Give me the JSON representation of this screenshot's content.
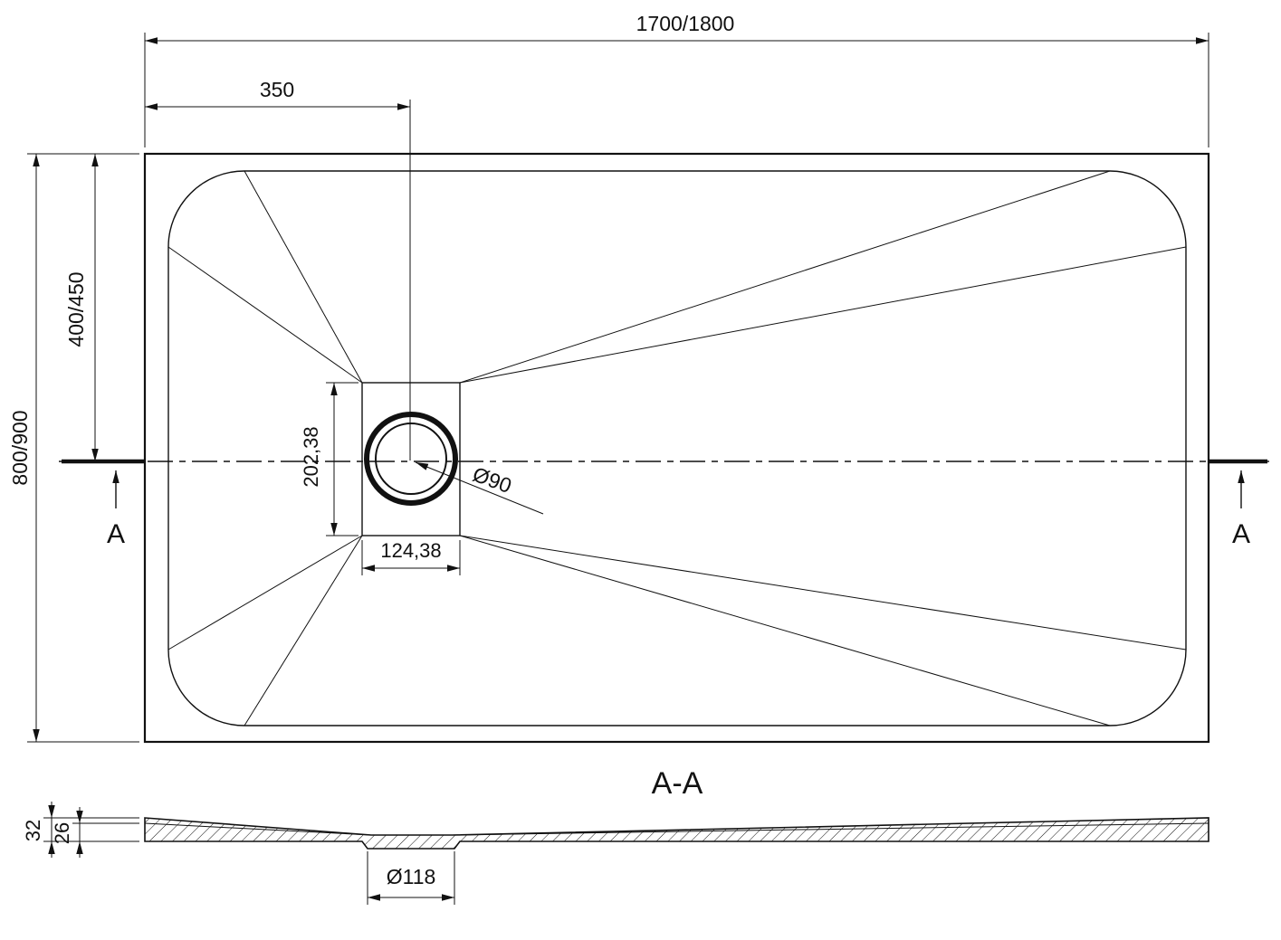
{
  "colors": {
    "line": "#111111",
    "background": "#ffffff"
  },
  "top_view": {
    "dims": {
      "overall_width": "1700/1800",
      "drain_offset": "350",
      "overall_depth": "800/900",
      "axis_offset": "400/450",
      "drain_box_height": "202,38",
      "drain_box_width": "124,38",
      "drain_diameter": "Ø90"
    },
    "section_markers": {
      "left": "A",
      "right": "A"
    }
  },
  "section_view": {
    "title": "A-A",
    "dims": {
      "edge_height": "32",
      "inner_height": "26",
      "drain_hole_diameter": "Ø118"
    }
  }
}
